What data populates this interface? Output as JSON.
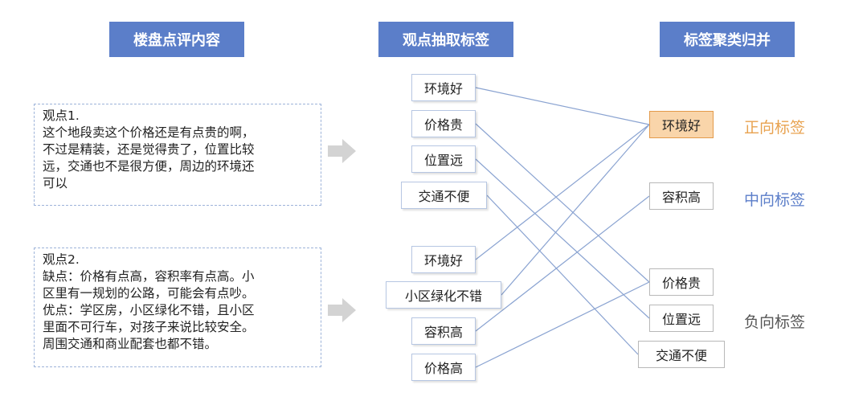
{
  "headers": {
    "reviews": "楼盘点评内容",
    "extract": "观点抽取标签",
    "cluster": "标签聚类归并"
  },
  "reviews": [
    {
      "lines": [
        "观点1.",
        "这个地段卖这个价格还是有点贵的啊，",
        "不过是精装，还是觉得贵了，位置比较",
        "远，交通也不是很方便，周边的环境还",
        "可以"
      ]
    },
    {
      "lines": [
        "观点2.",
        "缺点：价格有点高，容积率有点高。小",
        "区里有一规划的公路，可能会有点吵。",
        "优点：学区房，小区绿化不错，且小区",
        "里面不可行车，对孩子来说比较安全。",
        "周围交通和商业配套也都不错。"
      ]
    }
  ],
  "extracted_tags": [
    {
      "label": "环境好"
    },
    {
      "label": "价格贵"
    },
    {
      "label": "位置远"
    },
    {
      "label": "交通不便"
    },
    {
      "label": "环境好"
    },
    {
      "label": "小区绿化不错"
    },
    {
      "label": "容积高"
    },
    {
      "label": "价格高"
    }
  ],
  "clustered_tags": [
    {
      "label": "环境好"
    },
    {
      "label": "容积高"
    },
    {
      "label": "价格贵"
    },
    {
      "label": "位置远"
    },
    {
      "label": "交通不便"
    }
  ],
  "categories": {
    "positive": "正向标签",
    "neutral": "中向标签",
    "negative": "负向标签"
  },
  "colors": {
    "header_bg": "#5b7ec9",
    "positive": "#e8a24f",
    "neutral": "#5b7ec9",
    "negative": "#555555",
    "link": "#8aa3d1",
    "positive_tag_bg": "#f9d5aa"
  },
  "links": [
    [
      0,
      0
    ],
    [
      1,
      2
    ],
    [
      2,
      3
    ],
    [
      3,
      4
    ],
    [
      4,
      0
    ],
    [
      5,
      0
    ],
    [
      6,
      1
    ],
    [
      7,
      2
    ]
  ]
}
